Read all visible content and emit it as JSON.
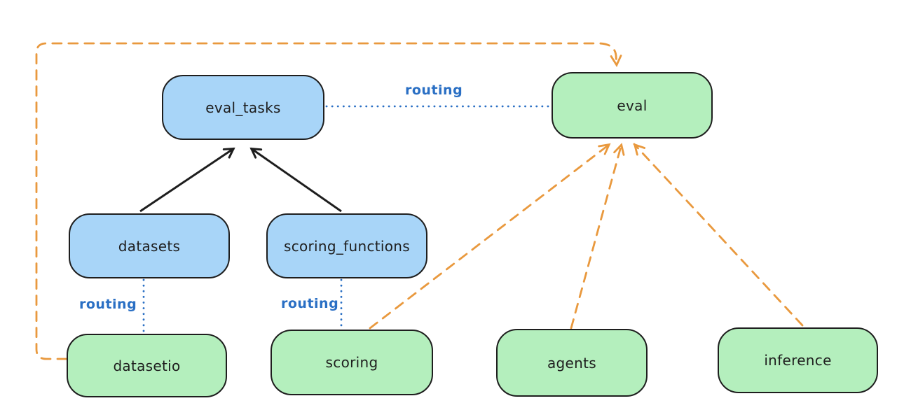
{
  "diagram": {
    "nodes": [
      {
        "id": "eval_tasks",
        "label": "eval_tasks",
        "kind": "api"
      },
      {
        "id": "eval",
        "label": "eval",
        "kind": "provider"
      },
      {
        "id": "datasets",
        "label": "datasets",
        "kind": "api"
      },
      {
        "id": "scoring_functions",
        "label": "scoring_functions",
        "kind": "api"
      },
      {
        "id": "datasetio",
        "label": "datasetio",
        "kind": "provider"
      },
      {
        "id": "scoring",
        "label": "scoring",
        "kind": "provider"
      },
      {
        "id": "agents",
        "label": "agents",
        "kind": "provider"
      },
      {
        "id": "inference",
        "label": "inference",
        "kind": "provider"
      }
    ],
    "edge_labels": [
      {
        "id": "routing-eval-tasks-to-eval",
        "label": "routing"
      },
      {
        "id": "routing-datasets-to-datasetio",
        "label": "routing"
      },
      {
        "id": "routing-scoring-functions-to-scoring",
        "label": "routing"
      }
    ],
    "edges": [
      {
        "from": "datasets",
        "to": "eval_tasks",
        "style": "solid-arrow"
      },
      {
        "from": "scoring_functions",
        "to": "eval_tasks",
        "style": "solid-arrow"
      },
      {
        "from": "eval_tasks",
        "to": "eval",
        "style": "dotted",
        "label": "routing"
      },
      {
        "from": "datasets",
        "to": "datasetio",
        "style": "dotted",
        "label": "routing"
      },
      {
        "from": "scoring_functions",
        "to": "scoring",
        "style": "dotted",
        "label": "routing"
      },
      {
        "from": "datasetio",
        "to": "eval",
        "style": "dashed-arrow"
      },
      {
        "from": "scoring",
        "to": "eval",
        "style": "dashed-arrow"
      },
      {
        "from": "agents",
        "to": "eval",
        "style": "dashed-arrow"
      },
      {
        "from": "inference",
        "to": "eval",
        "style": "dashed-arrow"
      }
    ],
    "colors": {
      "api_fill": "#a8d5f8",
      "provider_fill": "#b4efbd",
      "stroke": "#1e1e1e",
      "routing_blue": "#2a6fc4",
      "dashed_orange": "#e9993e",
      "background": "#ffffff"
    }
  }
}
